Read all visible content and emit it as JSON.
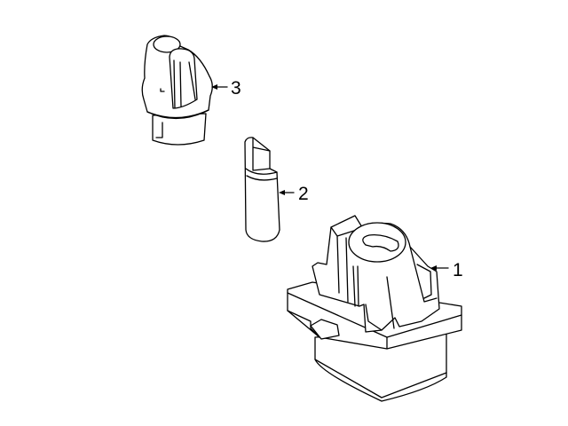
{
  "diagram": {
    "parts": [
      {
        "number": "1",
        "label": "1"
      },
      {
        "number": "2",
        "label": "2"
      },
      {
        "number": "3",
        "label": "3"
      }
    ],
    "line_color": "#000000",
    "background": "#ffffff"
  }
}
